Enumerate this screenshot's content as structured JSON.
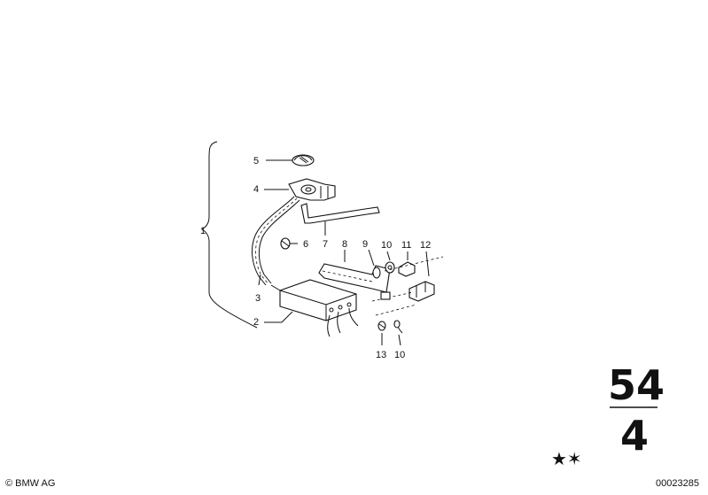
{
  "callouts": {
    "c1": "1",
    "c2": "2",
    "c3": "3",
    "c4": "4",
    "c5": "5",
    "c6": "6",
    "c7": "7",
    "c8": "8",
    "c9": "9",
    "c10a": "10",
    "c11": "11",
    "c12": "12",
    "c13": "13",
    "c10b": "10"
  },
  "group": {
    "main": "54",
    "sub": "4"
  },
  "marks": "★✶",
  "footer": {
    "copyright": "© BMW AG",
    "code": "00023285"
  }
}
